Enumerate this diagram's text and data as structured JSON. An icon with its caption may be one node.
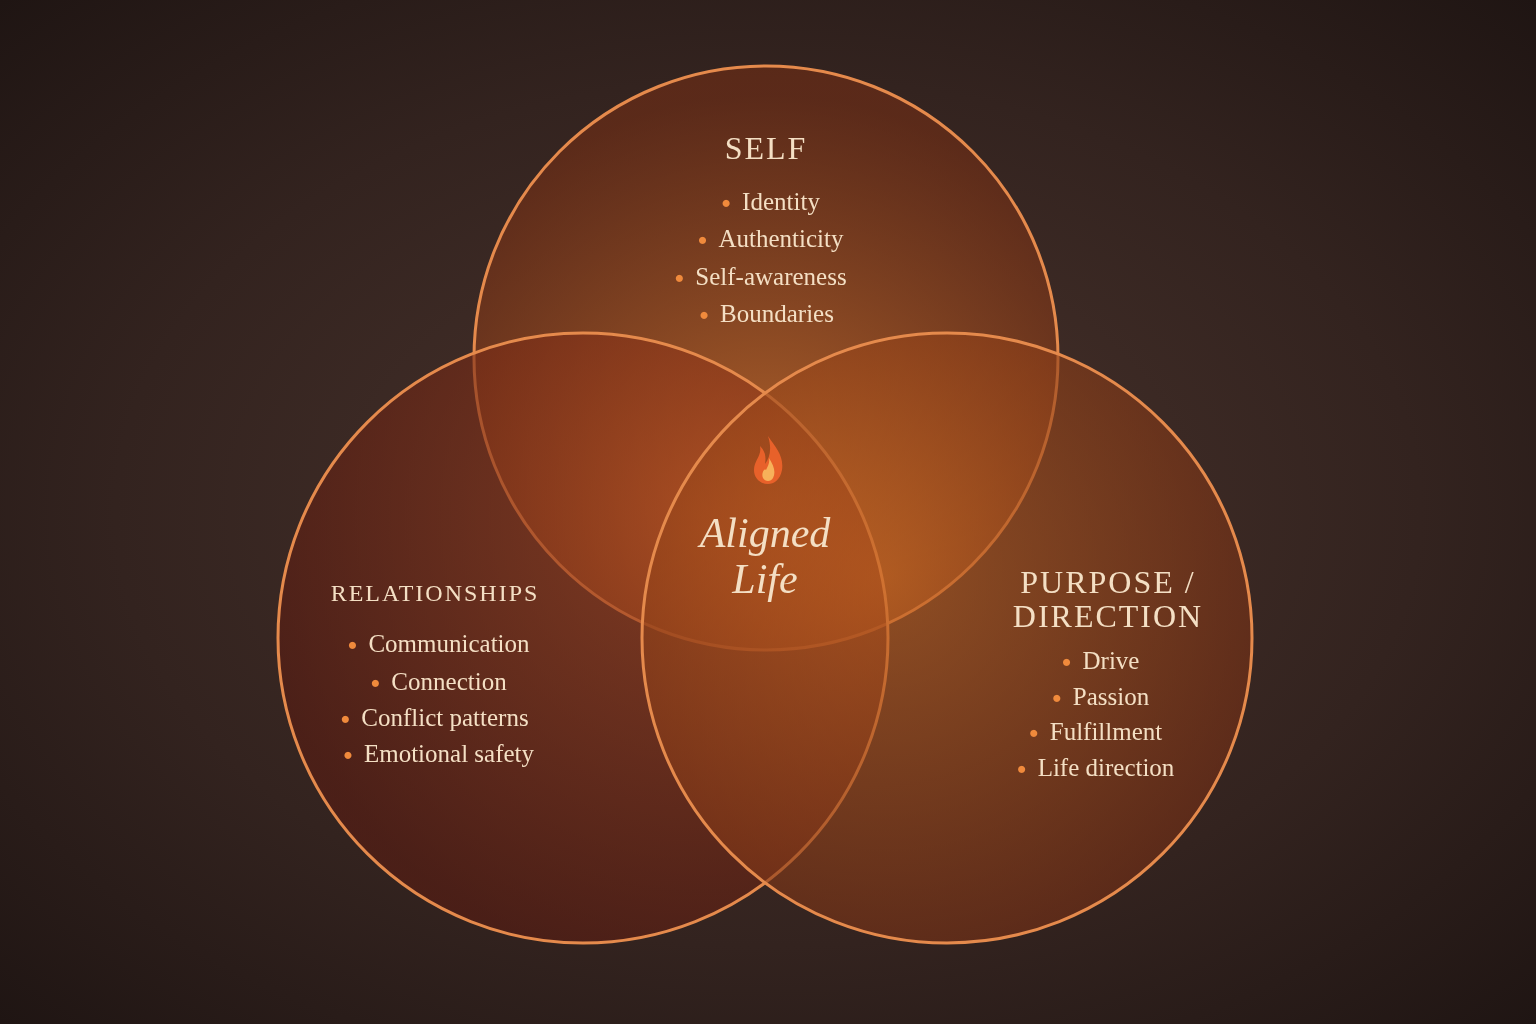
{
  "diagram": {
    "nodes": [
      {
        "text": [
          "SELF",
          "Identity",
          "Authenticity",
          "Self-awareness",
          "Boundaries"
        ]
      },
      {
        "text": [
          "RELATIONSHIPS",
          "Communication",
          "Connection",
          "Conflict patterns",
          "Emotional safety"
        ]
      },
      {
        "text": [
          "PURPOSE / DIRECTION",
          "Drive",
          "Passion",
          "Fulfillment",
          "Life direction"
        ]
      },
      {
        "text": [
          "Aligned Life"
        ]
      }
    ],
    "edges": []
  }
}
